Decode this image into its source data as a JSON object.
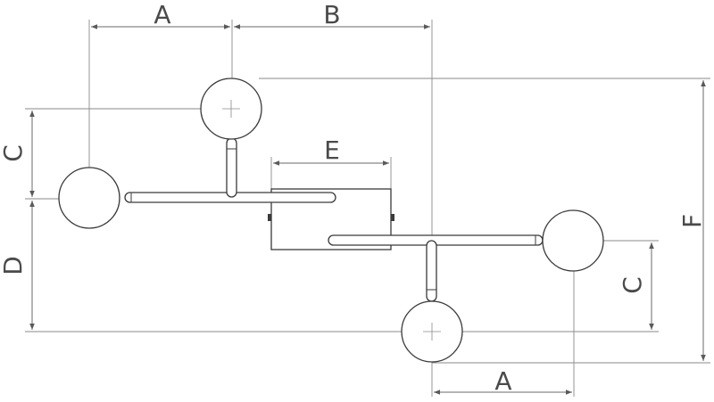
{
  "dimension_labels": {
    "a": "A",
    "b": "B",
    "c": "C",
    "d": "D",
    "e": "E",
    "f": "F"
  },
  "colors": {
    "line": "#3a3a3a",
    "dimension_line": "#6a6a6a",
    "label": "#4a4a4a"
  }
}
